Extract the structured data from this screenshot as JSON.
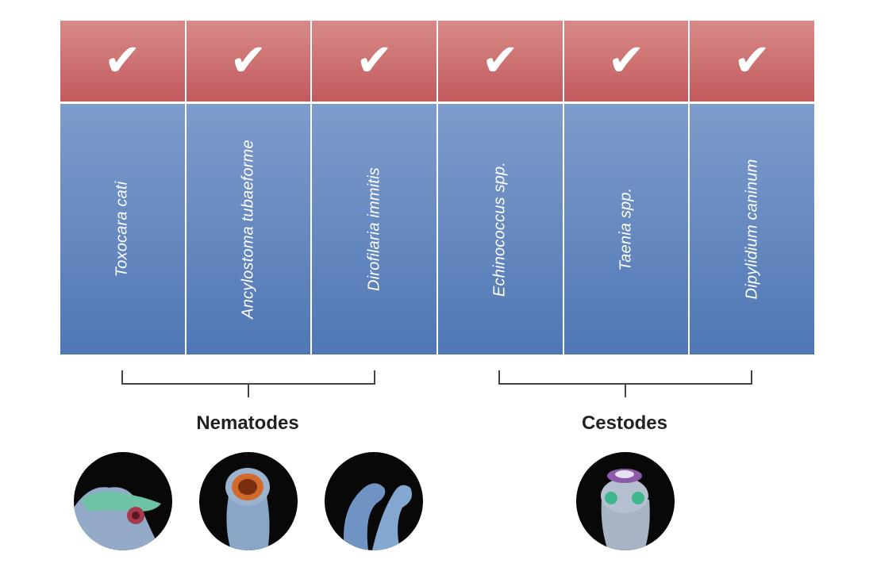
{
  "columns": [
    {
      "check": "✔",
      "name": "Toxocara cati"
    },
    {
      "check": "✔",
      "name": "Ancylostoma tubaeforme"
    },
    {
      "check": "✔",
      "name": "Dirofilaria immitis"
    },
    {
      "check": "✔",
      "name": "Echinococcus spp."
    },
    {
      "check": "✔",
      "name": "Taenia spp."
    },
    {
      "check": "✔",
      "name": "Dipylidium caninum"
    }
  ],
  "groups": {
    "nematodes": "Nematodes",
    "cestodes": "Cestodes"
  },
  "colors": {
    "check_band": "#c96a6c",
    "name_band": "#6489c2",
    "bracket": "#444444"
  }
}
